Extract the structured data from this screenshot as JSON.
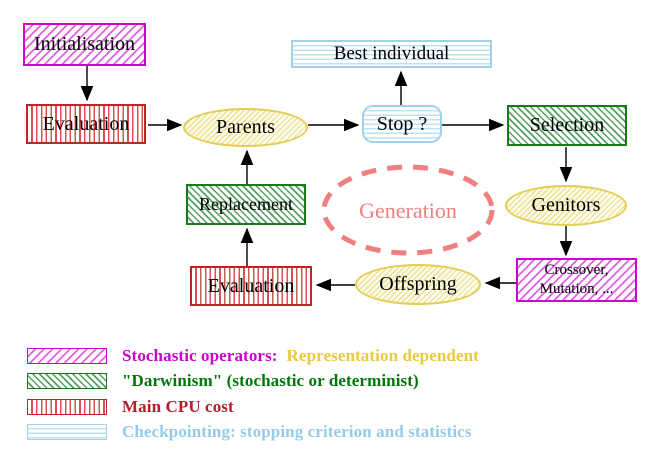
{
  "nodes": {
    "initialisation": {
      "label": "Initialisation"
    },
    "evaluation_top": {
      "label": "Evaluation"
    },
    "parents": {
      "label": "Parents"
    },
    "best_individual": {
      "label": "Best individual"
    },
    "stop": {
      "label": "Stop ?"
    },
    "selection": {
      "label": "Selection"
    },
    "genitors": {
      "label": "Genitors"
    },
    "crossover_mutation": {
      "line1": "Crossover,",
      "line2": "Mutation, ..."
    },
    "offspring": {
      "label": "Offspring"
    },
    "evaluation_bottom": {
      "label": "Evaluation"
    },
    "replacement": {
      "label": "Replacement"
    },
    "generation": {
      "label": "Generation"
    }
  },
  "edges": [
    {
      "from": "Initialisation",
      "to": "Evaluation"
    },
    {
      "from": "Evaluation",
      "to": "Parents"
    },
    {
      "from": "Parents",
      "to": "Stop ?"
    },
    {
      "from": "Stop ?",
      "to": "Best individual"
    },
    {
      "from": "Stop ?",
      "to": "Selection"
    },
    {
      "from": "Selection",
      "to": "Genitors"
    },
    {
      "from": "Genitors",
      "to": "Crossover, Mutation, ..."
    },
    {
      "from": "Crossover, Mutation, ...",
      "to": "Offspring"
    },
    {
      "from": "Offspring",
      "to": "Evaluation"
    },
    {
      "from": "Evaluation",
      "to": "Replacement"
    },
    {
      "from": "Replacement",
      "to": "Parents"
    }
  ],
  "legend": {
    "rows": [
      {
        "pattern": "magenta-diagonal-hatch",
        "label": "Stochastic operators:",
        "label2": "Representation dependent",
        "label_color": "#cc00cc",
        "label2_color": "#e9c93d"
      },
      {
        "pattern": "green-diagonal-hatch",
        "label": "\"Darwinism\" (stochastic or determinist)",
        "label_color": "#007708"
      },
      {
        "pattern": "red-vertical-stripes",
        "label": "Main CPU cost",
        "label_color": "#b51e28"
      },
      {
        "pattern": "cyan-horizontal-stripes",
        "label": "Checkpointing: stopping criterion and statistics",
        "label_color": "#96cbe7"
      }
    ]
  },
  "colors": {
    "magenta_border": "#ce00ce",
    "green_border": "#1a7a1a",
    "red_border": "#c12626",
    "cyan_border": "#9fd2e8",
    "yellow_border": "#e2cd55",
    "generation_dash": "#f08080",
    "arrow": "#000000",
    "background": "#ffffff"
  }
}
